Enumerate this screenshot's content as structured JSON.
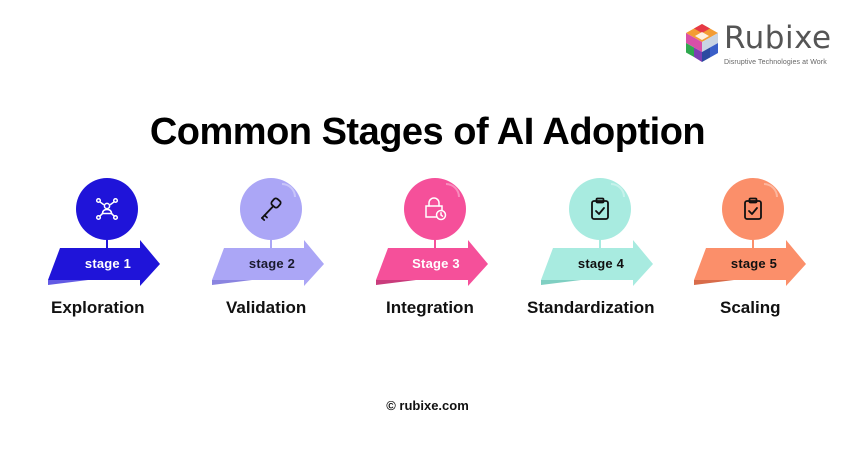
{
  "logo": {
    "name": "Rubixe",
    "tagline": "Disruptive Technologies at Work"
  },
  "title": "Common Stages of AI Adoption",
  "stages": [
    {
      "label": "stage 1",
      "name": "Exploration",
      "icon": "network-user-icon",
      "color": "#1f14d9",
      "label_color": "#ffffff",
      "icon_color": "#ffffff"
    },
    {
      "label": "stage 2",
      "name": "Validation",
      "icon": "key-icon",
      "color": "#aba6f6",
      "label_color": "#1a1a2e",
      "icon_color": "#111111"
    },
    {
      "label": "Stage 3",
      "name": "Integration",
      "icon": "lock-clock-icon",
      "color": "#f5509a",
      "label_color": "#ffffff",
      "icon_color": "#ffffff"
    },
    {
      "label": "stage 4",
      "name": "Standardization",
      "icon": "clipboard-check-icon",
      "color": "#a8ebe0",
      "label_color": "#111111",
      "icon_color": "#111111"
    },
    {
      "label": "stage 5",
      "name": "Scaling",
      "icon": "clipboard-check-icon",
      "color": "#fb8f6a",
      "label_color": "#111111",
      "icon_color": "#111111"
    }
  ],
  "footer": "© rubixe.com"
}
